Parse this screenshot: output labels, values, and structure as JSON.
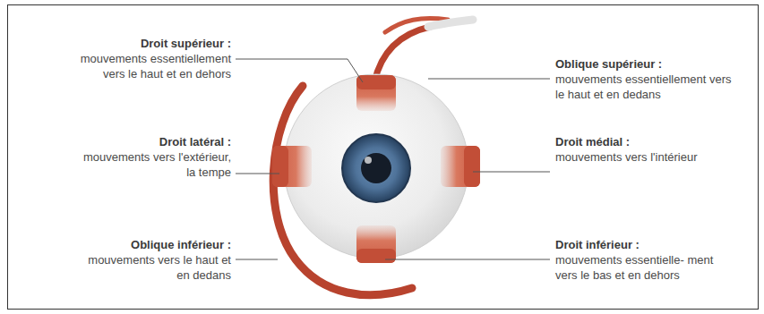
{
  "diagram": {
    "labels": [
      "Droit supérieur :",
      "mouvements essentiellement vers le haut et en dehors",
      "Oblique supérieur :",
      "mouvements essentiellement vers le haut et en dedans",
      "Droit latéral :",
      "mouvements vers l'extérieur, la tempe",
      "Droit médial :",
      "mouvements vers l'intérieur",
      "Oblique inférieur :",
      "mouvements vers le haut et en dedans",
      "Droit inférieur :",
      "mouvements essentielle- ment vers le bas et en dehors"
    ]
  }
}
